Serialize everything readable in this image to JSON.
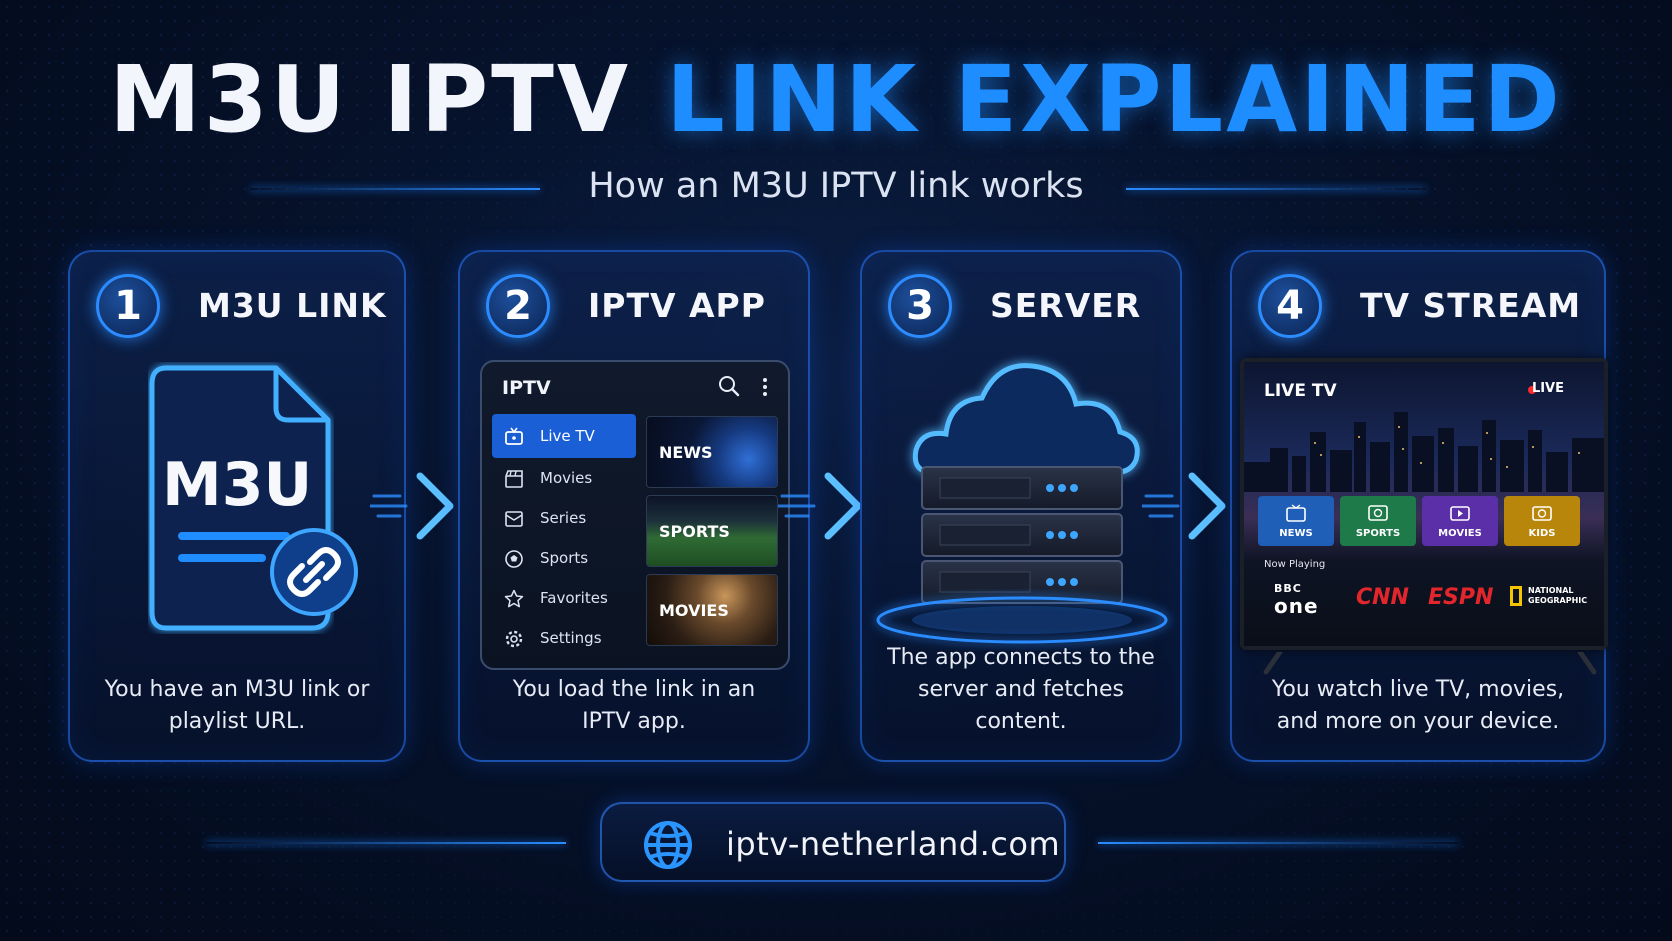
{
  "header": {
    "title_white": "M3U IPTV",
    "title_blue": "LINK EXPLAINED",
    "subtitle": "How an M3U IPTV link works"
  },
  "steps": [
    {
      "number": "1",
      "title": "M3U LINK",
      "icon": "file-link-icon",
      "file_label": "M3U",
      "description_line1": "You have an M3U link or",
      "description_line2": "playlist URL."
    },
    {
      "number": "2",
      "title": "IPTV APP",
      "app": {
        "title": "IPTV",
        "menu": [
          {
            "label": "Live TV",
            "icon": "tv-icon",
            "active": true
          },
          {
            "label": "Movies",
            "icon": "clapperboard-icon"
          },
          {
            "label": "Series",
            "icon": "series-icon"
          },
          {
            "label": "Sports",
            "icon": "soccer-ball-icon"
          },
          {
            "label": "Favorites",
            "icon": "star-icon"
          },
          {
            "label": "Settings",
            "icon": "gear-icon"
          }
        ],
        "tiles": [
          "NEWS",
          "SPORTS",
          "MOVIES"
        ]
      },
      "description_line1": "You load the link in an",
      "description_line2": "IPTV app."
    },
    {
      "number": "3",
      "title": "SERVER",
      "icon": "cloud-server-icon",
      "description_line1": "The app connects to the",
      "description_line2": "server and fetches content."
    },
    {
      "number": "4",
      "title": "TV STREAM",
      "tv": {
        "header": "LIVE TV",
        "live_badge": "LIVE",
        "categories": [
          "NEWS",
          "SPORTS",
          "MOVIES",
          "KIDS"
        ],
        "now_playing": "Now Playing",
        "channels": {
          "bbc_top": "BBC",
          "bbc_bottom": "one",
          "cnn": "CNN",
          "espn": "ESPN",
          "natgeo_line1": "NATIONAL",
          "natgeo_line2": "GEOGRAPHIC"
        }
      },
      "description_line1": "You watch live TV, movies,",
      "description_line2": "and more on your device."
    }
  ],
  "footer": {
    "icon": "globe-icon",
    "url": "iptv-netherland.com"
  },
  "colors": {
    "accent": "#1e8dff",
    "background": "#06122b",
    "card_border": "#2878ff",
    "news": "#1f5fb8",
    "sports": "#1f7a4a",
    "movies": "#5b2fa8",
    "kids": "#b8860b",
    "cnn": "#e3262b",
    "espn": "#e3262b",
    "natgeo": "#f6c400"
  }
}
